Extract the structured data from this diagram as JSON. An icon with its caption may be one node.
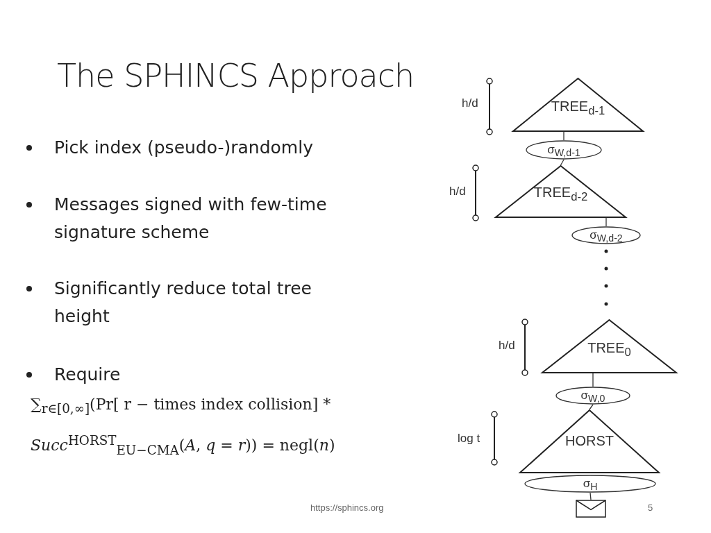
{
  "diagram": {
    "title": "The SPHINCS Approach",
    "nodes": [
      {
        "text": [
          "TREE$_{d-1}$"
        ]
      },
      {
        "text": [
          "σ$_{W,d-1}$"
        ]
      },
      {
        "text": [
          "TREE$_{d-2}$"
        ]
      },
      {
        "text": [
          "σ$_{W,d-2}$"
        ]
      },
      {
        "text": [
          "TREE$_{0}$"
        ]
      },
      {
        "text": [
          "σ$_{W,0}$"
        ]
      },
      {
        "text": [
          "HORST"
        ]
      },
      {
        "text": [
          "σ$_{H}$"
        ]
      },
      {
        "text": [],
        "shape": "envelope"
      }
    ],
    "edges": [
      {
        "from": 0,
        "to": 1,
        "arrow": "none"
      },
      {
        "from": 1,
        "to": 2,
        "arrow": "none"
      },
      {
        "from": 2,
        "to": 3,
        "arrow": "none"
      },
      {
        "from": 4,
        "to": 5,
        "arrow": "none"
      },
      {
        "from": 5,
        "to": 6,
        "arrow": "none"
      },
      {
        "from": 7,
        "to": 8,
        "arrow": "none"
      }
    ],
    "labels": [
      "Pick index (pseudo-)randomly",
      "Messages signed with few-time signature scheme",
      "Significantly reduce total tree height",
      "Require",
      "∑$_{r∈[0,∞]}$(Pr[ r − times index collision] * *Succ*$^{HORST}$$_{EU−CMA}$(*A*, *q* = *r*)) = negl(*n*)",
      "h/d",
      "h/d",
      "h/d",
      "log t",
      "https://sphincs.org",
      "5"
    ]
  }
}
